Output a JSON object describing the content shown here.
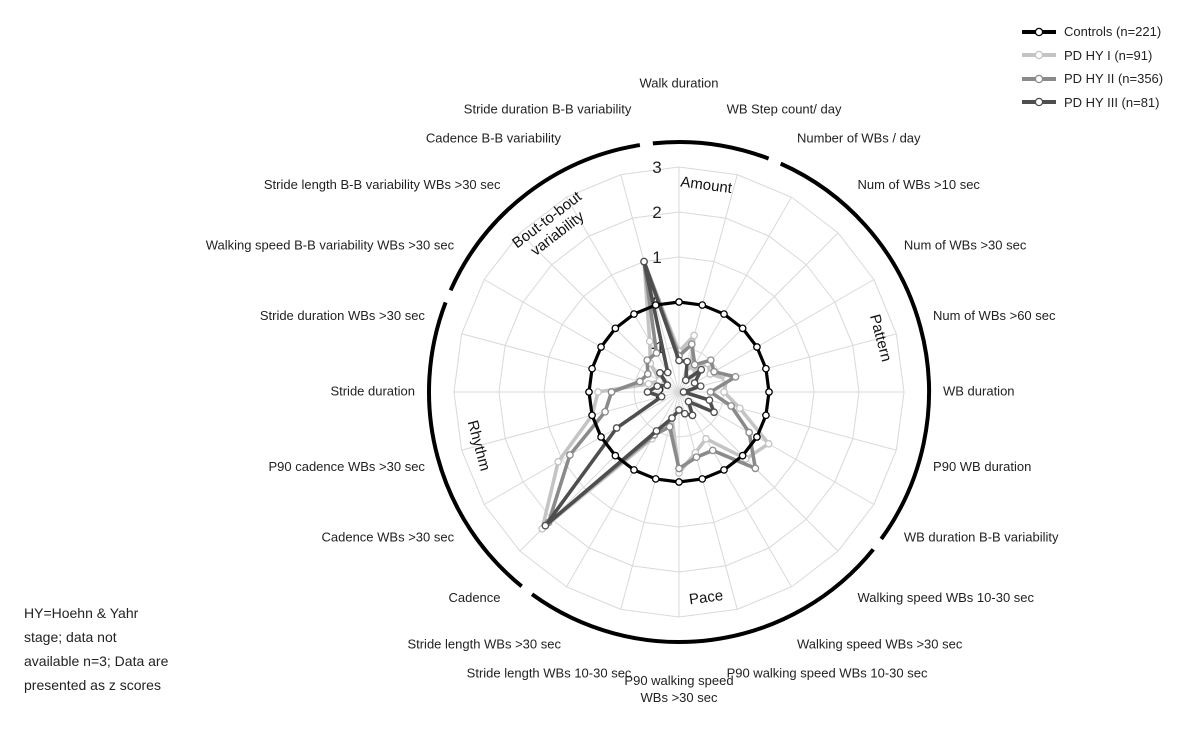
{
  "chart_data": {
    "type": "radar",
    "axis_labels": [
      "Walk duration",
      "WB Step count/ day",
      "Number of WBs / day",
      "Num of WBs >10 sec",
      "Num of WBs >30 sec",
      "Num of WBs >60 sec",
      "WB duration",
      "P90 WB duration",
      "WB duration B-B variability",
      "Walking speed WBs 10-30 sec",
      "Walking speed WBs >30 sec",
      "P90 walking speed WBs 10-30 sec",
      "P90 walking speed WBs >30 sec",
      "Stride length WBs 10-30 sec",
      "Stride length WBs >30 sec",
      "Cadence",
      "Cadence WBs >30 sec",
      "P90 cadence WBs >30 sec",
      "Stride duration",
      "Stride duration WBs >30 sec",
      "Walking speed B-B variability WBs >30 sec",
      "Stride length B-B variability WBs >30 sec",
      "Cadence B-B variability",
      "Stride duration B-B variability"
    ],
    "r_ticks": [
      "-2",
      "-1",
      "0",
      "1",
      "2",
      "3"
    ],
    "r_range": [
      -2,
      3
    ],
    "grid": true,
    "legend_position": "top-right",
    "groups": [
      {
        "label": "Amount",
        "from": 0,
        "to": 1
      },
      {
        "label": "Pattern",
        "from": 2,
        "to": 8
      },
      {
        "label": "Pace",
        "from": 9,
        "to": 14
      },
      {
        "label": "Rhythm",
        "from": 15,
        "to": 19
      },
      {
        "label": "Bout-to-bout variability",
        "from": 20,
        "to": 23
      }
    ],
    "series": [
      {
        "name": "Controls (n=221)",
        "color": "#000000",
        "values": [
          0,
          0,
          0,
          0,
          0,
          0,
          0,
          0,
          0,
          0,
          0,
          0,
          0,
          0,
          0,
          0,
          0,
          0,
          0,
          0,
          0,
          0,
          0,
          0
        ]
      },
      {
        "name": "PD HY I (n=91)",
        "color": "#c4c4c4",
        "values": [
          -1.1,
          -0.7,
          -1.5,
          -1.1,
          -1.2,
          -0.9,
          -1.0,
          -0.6,
          0.3,
          0.1,
          -0.8,
          -0.6,
          -0.2,
          -1.4,
          -0.8,
          2.3,
          1.1,
          0.0,
          -0.2,
          -1.3,
          -1.5,
          -1.1,
          -0.7,
          1.0
        ]
      },
      {
        "name": "PD HY II (n=356)",
        "color": "#8a8a8a",
        "values": [
          -1.2,
          -0.9,
          -1.3,
          -1.0,
          -1.1,
          -0.7,
          -1.3,
          -0.8,
          -0.2,
          0.4,
          -0.5,
          -0.5,
          -0.3,
          -1.2,
          -0.9,
          2.1,
          0.8,
          -0.3,
          -0.5,
          -1.1,
          -1.2,
          -1.0,
          -1.0,
          1.0
        ]
      },
      {
        "name": "PD HY III (n=81)",
        "color": "#4e4e4e",
        "values": [
          -1.3,
          -1.3,
          -1.7,
          -1.3,
          -1.6,
          -1.5,
          -1.9,
          -1.3,
          -1.1,
          -1.7,
          -1.4,
          -1.5,
          -1.6,
          -1.4,
          -1.0,
          2.2,
          -0.4,
          -1.6,
          -1.3,
          -1.5,
          -1.7,
          -1.4,
          -1.5,
          1.0
        ]
      }
    ]
  },
  "note": "HY=Hoehn & Yahr stage; data not available n=3; Data are presented as z scores"
}
